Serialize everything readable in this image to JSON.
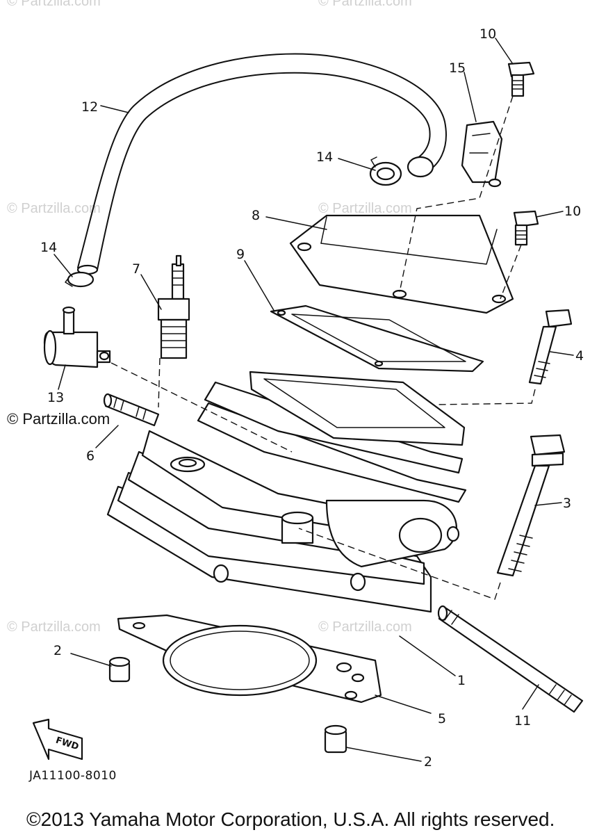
{
  "watermarks": {
    "top_left": "© Partzilla.com",
    "top_right": "© Partzilla.com",
    "mid_left": "© Partzilla.com",
    "mid_right": "© Partzilla.com",
    "main": "© Partzilla.com",
    "low_left": "© Partzilla.com",
    "low_right": "© Partzilla.com"
  },
  "callouts": {
    "c1": "1",
    "c2a": "2",
    "c2b": "2",
    "c3": "3",
    "c4": "4",
    "c5": "5",
    "c6": "6",
    "c7": "7",
    "c8": "8",
    "c9": "9",
    "c10a": "10",
    "c10b": "10",
    "c11": "11",
    "c12": "12",
    "c13": "13",
    "c14a": "14",
    "c14b": "14",
    "c15": "15"
  },
  "fwd_label": "FWD",
  "diagram_code": "JA11100-8010",
  "copyright": "©2013  Yamaha Motor Corporation, U.S.A. All rights reserved."
}
